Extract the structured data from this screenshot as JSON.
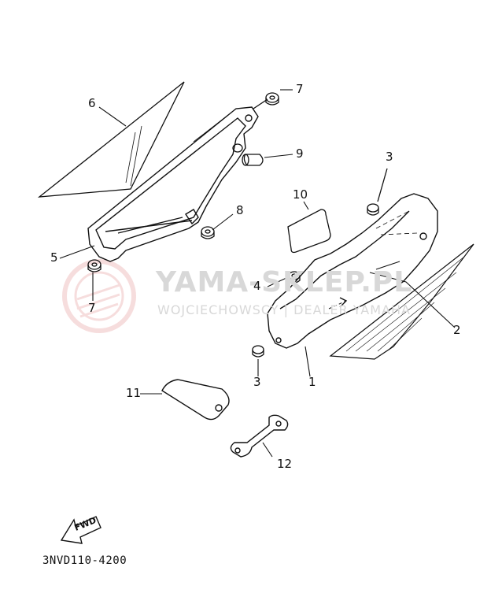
{
  "watermark": {
    "title": "YAMA-SKLEP.PL",
    "subtitle": "WOJCIECHOWSCY | DEALER YAMAHA",
    "color": "#e8a0a0"
  },
  "callouts": {
    "c1": "1",
    "c2": "2",
    "c3a": "3",
    "c3b": "3",
    "c4": "4",
    "c5": "5",
    "c6": "6",
    "c7a": "7",
    "c7b": "7",
    "c8": "8",
    "c9": "9",
    "c10": "10",
    "c11": "11",
    "c12": "12"
  },
  "fwd_label": "FWD",
  "diagram_code": "3NVD110-4200"
}
